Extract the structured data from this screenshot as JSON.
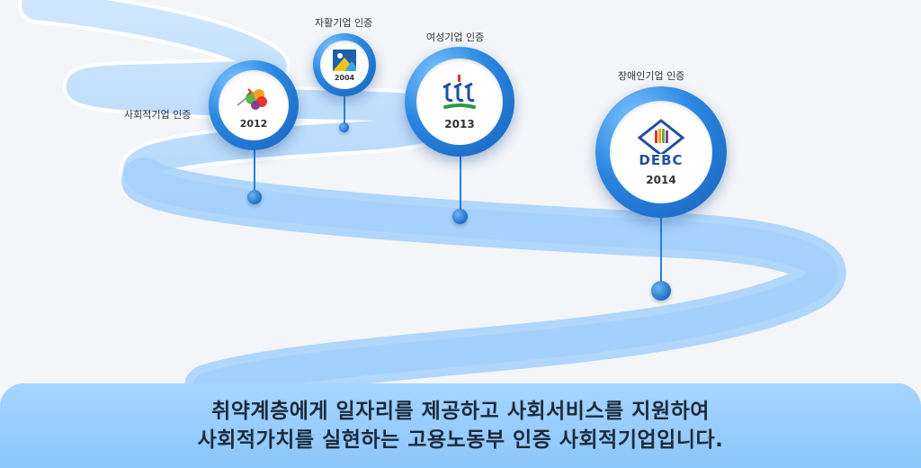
{
  "certifications": [
    {
      "label": "사회적기업 인증",
      "year": "2012",
      "logo_icon": "social-enterprise-logo-icon"
    },
    {
      "label": "자활기업 인증",
      "year": "2004",
      "logo_icon": "self-sufficiency-enterprise-logo-icon"
    },
    {
      "label": "여성기업 인증",
      "year": "2013",
      "logo_icon": "women-enterprise-logo-icon"
    },
    {
      "label": "장애인기업 인증",
      "year": "2014",
      "logo_icon": "debc-logo-icon",
      "logo_text": "DEBC"
    }
  ],
  "banner": {
    "line1": "취약계층에게 일자리를 제공하고 사회서비스를 지원하여",
    "line2": "사회적가치를 실현하는 고용노동부 인증 사회적기업입니다."
  },
  "colors": {
    "road": "#a8d3fb",
    "ring": "#2a86e0",
    "stem": "#2a7fd8",
    "banner": "#9dcffd",
    "background": "#f3f5f8"
  }
}
